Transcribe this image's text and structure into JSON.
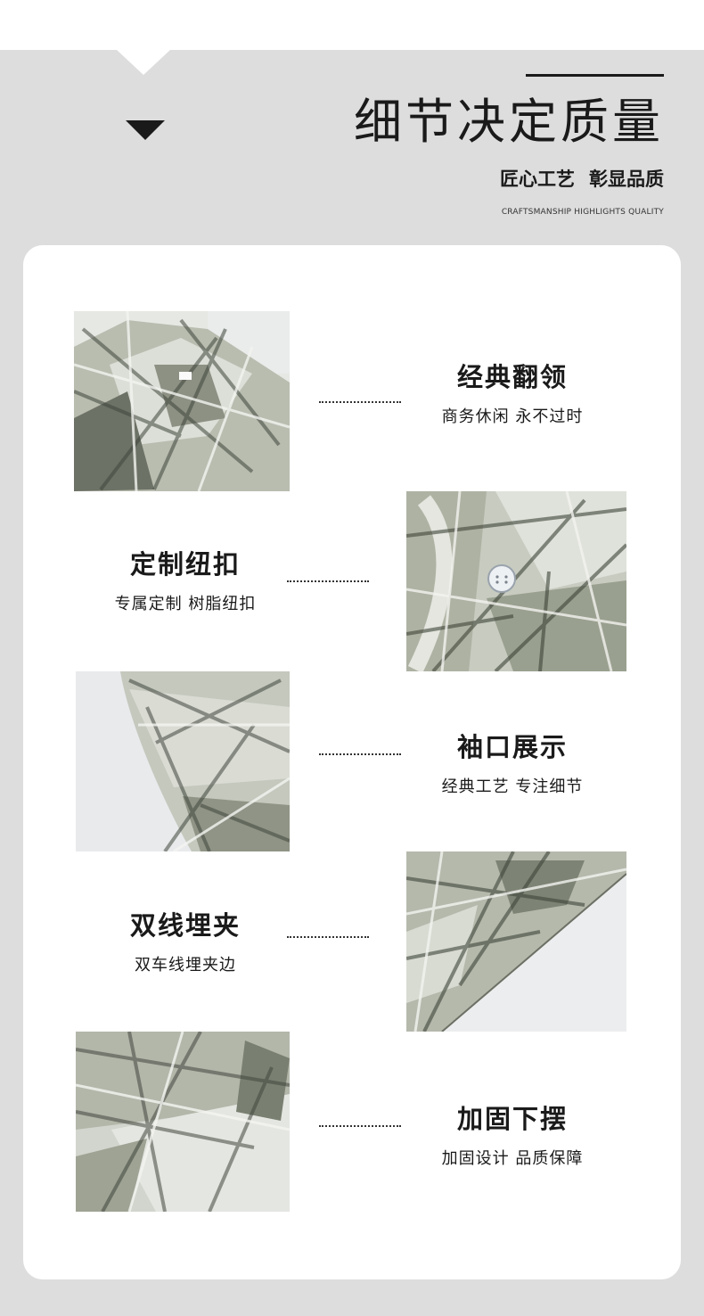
{
  "header": {
    "title": "细节决定质量",
    "subtitle_left": "匠心工艺",
    "subtitle_right": "彰显品质",
    "subtitle_en": "CRAFTSMANSHIP HIGHLIGHTS QUALITY",
    "arrow_icon": "triangle-down-icon"
  },
  "colors": {
    "band": "#dddddd",
    "card": "#ffffff",
    "text": "#1a1a1a",
    "camo_light": "#e6e8e3",
    "camo_mid": "#a9ad9f",
    "camo_dark": "#4f5548"
  },
  "features": [
    {
      "title": "经典翻领",
      "subtitle": "商务休闲 永不过时",
      "photo": "collar detail photo"
    },
    {
      "title": "定制纽扣",
      "subtitle": "专属定制 树脂纽扣",
      "photo": "button detail photo"
    },
    {
      "title": "袖口展示",
      "subtitle": "经典工艺 专注细节",
      "photo": "cuff detail photo"
    },
    {
      "title": "双线埋夹",
      "subtitle": "双车线埋夹边",
      "photo": "side seam detail photo"
    },
    {
      "title": "加固下摆",
      "subtitle": "加固设计 品质保障",
      "photo": "hem detail photo"
    }
  ]
}
